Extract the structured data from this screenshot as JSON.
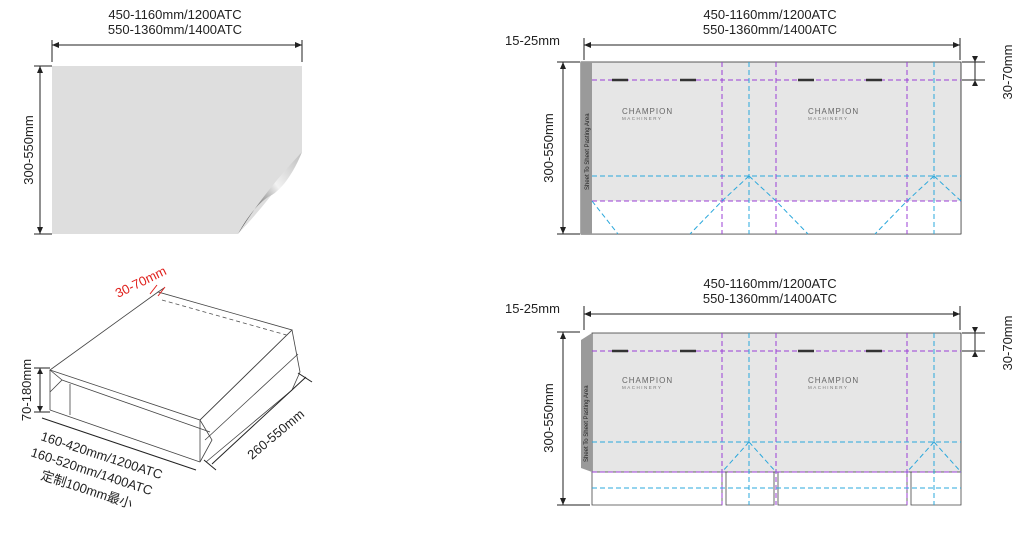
{
  "flat_sheet": {
    "width_dim_line1": "450-1160mm/1200ATC",
    "width_dim_line2": "550-1360mm/1400ATC",
    "height_dim": "300-550mm"
  },
  "bag_3d": {
    "gusset_dim": "30-70mm",
    "height_dim": "70-180mm",
    "length_dim": "260-550mm",
    "width_line1": "160-420mm/1200ATC",
    "width_line2": "160-520mm/1400ATC",
    "width_line3": "定制100mm最小"
  },
  "layout_top": {
    "width_dim_line1": "450-1160mm/1200ATC",
    "width_dim_line2": "550-1360mm/1400ATC",
    "paste_dim": "15-25mm",
    "height_dim": "300-550mm",
    "fold_dim": "30-70mm",
    "paste_area_label": "Sheet To Sheet Pasting  Area",
    "logo_line1": "CHAMPION",
    "logo_line2": "MACHINERY"
  },
  "layout_bottom": {
    "width_dim_line1": "450-1160mm/1200ATC",
    "width_dim_line2": "550-1360mm/1400ATC",
    "paste_dim": "15-25mm",
    "height_dim": "300-550mm",
    "fold_dim": "30-70mm",
    "paste_area_label": "Sheet To Sheet Pasting  Area",
    "logo_line1": "CHAMPION",
    "logo_line2": "MACHINERY"
  },
  "colors": {
    "sheet_fill": "#e4e4e4",
    "paste_strip": "#9a9a9a",
    "fold_line": "#9b3fd6",
    "crease_line": "#2ba8dc",
    "highlight_dim": "#e0201c"
  }
}
